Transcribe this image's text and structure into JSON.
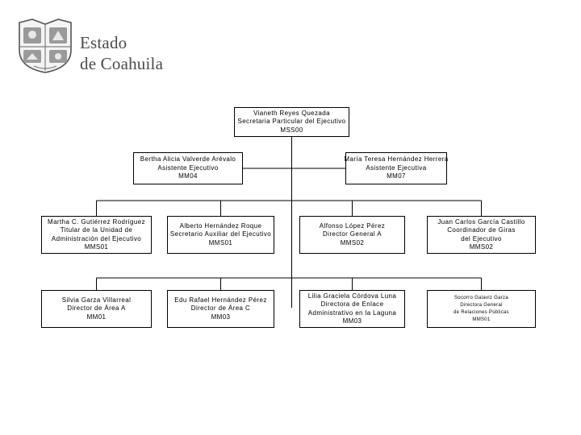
{
  "brand": {
    "line1": "Estado",
    "line2": "de Coahuila"
  },
  "logo_icon": "coat-of-arms-icon",
  "org": {
    "top": {
      "name": "Vianeth Reyes Quezada",
      "title": "Secretaria Particular del Ejecutivo",
      "code": "MSS00"
    },
    "left_assistant": {
      "name": "Bertha Alicia Valverde Arévalo",
      "title": "Asistente Ejecutivo",
      "code": "MM04"
    },
    "right_assistant": {
      "name": "María Teresa Hernández Herrera",
      "title": "Asistente Ejecutiva",
      "code": "MM07"
    },
    "row3": [
      {
        "lines": [
          "Martha C. Gutiérrez Rodríguez",
          "Titular de la Unidad de",
          "Administración del Ejecutivo",
          "MMS01"
        ]
      },
      {
        "lines": [
          "Alberto Hernández Roque",
          "Secretario Auxiliar del Ejecutivo",
          "MMS01"
        ]
      },
      {
        "lines": [
          "Alfonso López Pérez",
          "Director General A",
          "MMS02"
        ]
      },
      {
        "lines": [
          "Juan Carlos García Castillo",
          "Coordinador de Giras",
          "del Ejecutivo",
          "MMS02"
        ]
      }
    ],
    "row4": [
      {
        "lines": [
          "Silvia Garza Villarreal",
          "Director de Área A",
          "MM01"
        ]
      },
      {
        "lines": [
          "Edu Rafael Hernández Pérez",
          "Director de Área C",
          "MM03"
        ]
      },
      {
        "lines": [
          "Lilia Graciela Córdova Luna",
          "Directora de Enlace",
          "Administrativo en la Laguna",
          "MM03"
        ]
      },
      {
        "lines": [
          "Socorro Galaviz Garza",
          "Directora General",
          "de Relaciones Públicas",
          "MMS01"
        ]
      }
    ]
  }
}
